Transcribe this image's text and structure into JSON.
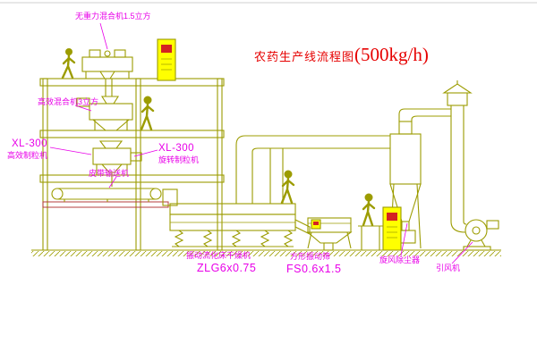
{
  "title": {
    "name": "农药生产线流程图",
    "capacity": "(500kg/h)"
  },
  "equipment_labels": {
    "gravity_mixer": "无重力混合机1.5立方",
    "high_efficiency_mixer": "高效混合机3立方",
    "granulator_left_model": "XL-300",
    "granulator_left_name": "高效制粒机",
    "granulator_center_model": "XL-300",
    "granulator_center_name": "旋转制粒机",
    "belt_conveyor": "皮带输送机",
    "fluid_bed_dryer": "振动流化床干燥机",
    "fluid_bed_dryer_model": "ZLG6x0.75",
    "square_vibrating_sieve": "方形振动筛",
    "square_vibrating_sieve_model": "FS0.6x1.5",
    "cyclone_dust_collector": "旋风除尘器",
    "induced_draft_fan": "引风机"
  },
  "colors": {
    "equipment_line": "#9c9c00",
    "control_panel": "#ffff00",
    "label": "#e800e8",
    "title": "#e60000",
    "floor_accent": "#b43c3c"
  }
}
